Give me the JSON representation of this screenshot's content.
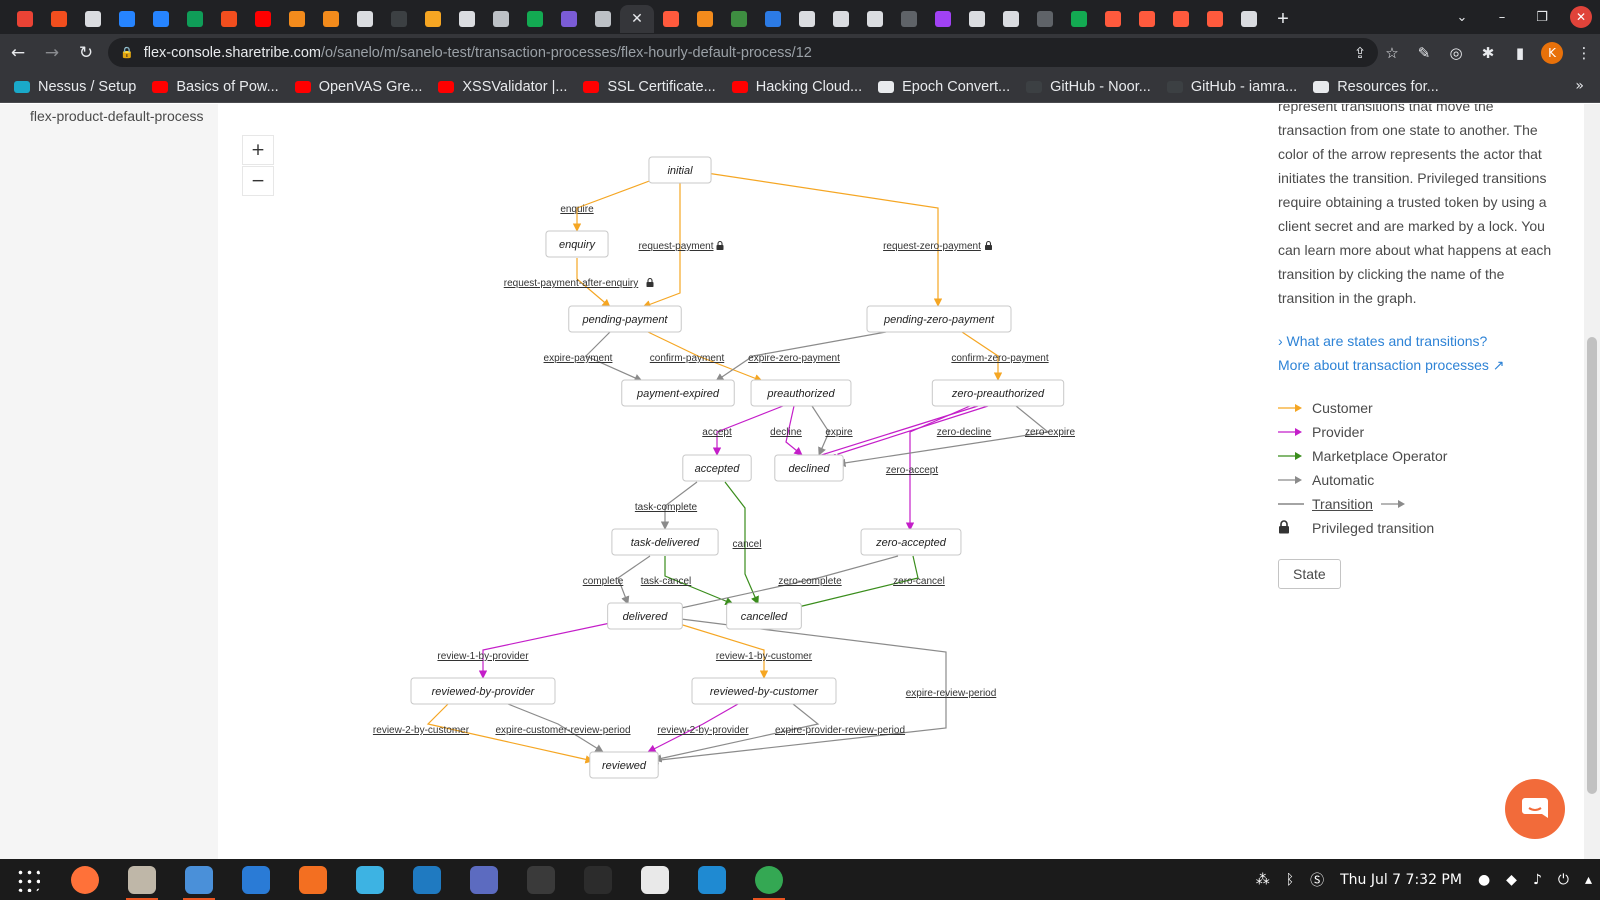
{
  "browser": {
    "url_host": "flex-console.sharetribe.com",
    "url_path": "/o/sanelo/m/sanelo-test/transaction-processes/flex-hourly-default-process/12",
    "tabs": [
      {
        "icon": "gmail-icon",
        "color": "#ea4335"
      },
      {
        "icon": "figma-icon",
        "color": "#f24e1e"
      },
      {
        "icon": "globe-icon",
        "color": "#dadce0"
      },
      {
        "icon": "jira-icon",
        "color": "#2684ff"
      },
      {
        "icon": "jira-icon",
        "color": "#2684ff"
      },
      {
        "icon": "sheets-icon",
        "color": "#0f9d58"
      },
      {
        "icon": "figma-icon",
        "color": "#f24e1e"
      },
      {
        "icon": "youtube-icon",
        "color": "#ff0000"
      },
      {
        "icon": "cube-icon",
        "color": "#f38b1c"
      },
      {
        "icon": "cube-icon",
        "color": "#f38b1c"
      },
      {
        "icon": "download-icon",
        "color": "#dadce0"
      },
      {
        "icon": "dark-icon",
        "color": "#3c4043"
      },
      {
        "icon": "cloud-icon",
        "color": "#f6a623"
      },
      {
        "icon": "globe-icon",
        "color": "#dadce0"
      },
      {
        "icon": "supabase-icon",
        "color": "#bdc1c6"
      },
      {
        "icon": "mongodb-icon",
        "color": "#13aa52"
      },
      {
        "icon": "heroku-icon",
        "color": "#7b5cd6"
      },
      {
        "icon": "supabase-icon",
        "color": "#bdc1c6"
      },
      {
        "icon": "close-icon",
        "color": "#35363a"
      },
      {
        "icon": "sharetribe-icon",
        "color": "#ff5a3d"
      },
      {
        "icon": "cube-icon",
        "color": "#f38b1c"
      },
      {
        "icon": "webflow-icon",
        "color": "#3e8e41"
      },
      {
        "icon": "paypal-icon",
        "color": "#2c7be5"
      },
      {
        "icon": "robot-icon",
        "color": "#dadce0"
      },
      {
        "icon": "globe-icon",
        "color": "#dadce0"
      },
      {
        "icon": "globe-icon",
        "color": "#dadce0"
      },
      {
        "icon": "monitor-icon",
        "color": "#5f6368"
      },
      {
        "icon": "settings-icon",
        "color": "#a142f4"
      },
      {
        "icon": "globe-icon",
        "color": "#dadce0"
      },
      {
        "icon": "globe-icon",
        "color": "#dadce0"
      },
      {
        "icon": "monitor-icon",
        "color": "#5f6368"
      },
      {
        "icon": "mongodb-icon",
        "color": "#13aa52"
      },
      {
        "icon": "sharetribe-icon",
        "color": "#ff5a3d"
      },
      {
        "icon": "sharetribe-icon",
        "color": "#ff5a3d"
      },
      {
        "icon": "sharetribe-icon",
        "color": "#ff5a3d"
      },
      {
        "icon": "sharetribe-icon",
        "color": "#ff5a3d"
      },
      {
        "icon": "stripe-icon",
        "color": "#dadce0"
      }
    ],
    "new_tab_label": "+",
    "bookmarks": [
      {
        "label": "Nessus / Setup",
        "color": "#1aa9c9"
      },
      {
        "label": "Basics of Pow...",
        "color": "#ff0000"
      },
      {
        "label": "OpenVAS Gre...",
        "color": "#ff0000"
      },
      {
        "label": "XSSValidator |...",
        "color": "#ff0000"
      },
      {
        "label": "SSL Certificate...",
        "color": "#ff0000"
      },
      {
        "label": "Hacking Cloud...",
        "color": "#ff0000"
      },
      {
        "label": "Epoch Convert...",
        "color": "#e8eaed"
      },
      {
        "label": "GitHub - Noor...",
        "color": "#3c4043"
      },
      {
        "label": "GitHub - iamra...",
        "color": "#3c4043"
      },
      {
        "label": "Resources for...",
        "color": "#e8eaed"
      }
    ],
    "bookmarks_more": "»",
    "profile_initial": "K"
  },
  "left_nav": {
    "item": "flex-product-default-process"
  },
  "zoom": {
    "in": "+",
    "out": "−"
  },
  "graph": {
    "colors": {
      "customer": "#f5a623",
      "provider": "#c41ec9",
      "operator": "#3a8d1c",
      "automatic": "#8b8b8b"
    },
    "states": {
      "initial": "initial",
      "enquiry": "enquiry",
      "pending_payment": "pending-payment",
      "pending_zero_payment": "pending-zero-payment",
      "payment_expired": "payment-expired",
      "preauthorized": "preauthorized",
      "zero_preauthorized": "zero-preauthorized",
      "accepted": "accepted",
      "declined": "declined",
      "task_delivered": "task-delivered",
      "zero_accepted": "zero-accepted",
      "delivered": "delivered",
      "cancelled": "cancelled",
      "reviewed_by_provider": "reviewed-by-provider",
      "reviewed_by_customer": "reviewed-by-customer",
      "reviewed": "reviewed"
    },
    "transitions": {
      "enquire": "enquire",
      "request_payment": "request-payment",
      "request_zero_payment": "request-zero-payment",
      "request_payment_after_enquiry": "request-payment-after-enquiry",
      "expire_payment": "expire-payment",
      "confirm_payment": "confirm-payment",
      "expire_zero_payment": "expire-zero-payment",
      "confirm_zero_payment": "confirm-zero-payment",
      "accept": "accept",
      "decline": "decline",
      "expire": "expire",
      "zero_decline": "zero-decline",
      "zero_expire": "zero-expire",
      "zero_accept": "zero-accept",
      "task_complete": "task-complete",
      "cancel": "cancel",
      "complete": "complete",
      "task_cancel": "task-cancel",
      "zero_complete": "zero-complete",
      "zero_cancel": "zero-cancel",
      "review_1_by_provider": "review-1-by-provider",
      "review_1_by_customer": "review-1-by-customer",
      "expire_review_period": "expire-review-period",
      "review_2_by_customer": "review-2-by-customer",
      "expire_customer_review_period": "expire-customer-review-period",
      "review_2_by_provider": "review-2-by-provider",
      "expire_provider_review_period": "expire-provider-review-period"
    }
  },
  "sidebar": {
    "description": "represent transitions that move the transaction from one state to another. The color of the arrow represents the actor that initiates the transition. Privileged transitions require obtaining a trusted token by using a client secret and are marked by a lock. You can learn more about what happens at each transition by clicking the name of the transition in the graph.",
    "link_states": "› What are states and transitions?",
    "link_processes": "More about transaction processes ↗",
    "legend": {
      "customer": "Customer",
      "provider": "Provider",
      "operator": "Marketplace Operator",
      "automatic": "Automatic",
      "transition": "Transition",
      "privileged": "Privileged transition"
    },
    "state_sample": "State"
  },
  "taskbar": {
    "apps": [
      {
        "icon": "apps-grid-icon",
        "color": "#1b1b1b"
      },
      {
        "icon": "firefox-icon",
        "color": "#ff7139"
      },
      {
        "icon": "files-icon",
        "color": "#bfb7a8"
      },
      {
        "icon": "text-editor-icon",
        "color": "#4a90d9"
      },
      {
        "icon": "writer-icon",
        "color": "#2a7bd6"
      },
      {
        "icon": "software-icon",
        "color": "#f36f21"
      },
      {
        "icon": "kcachegrind-icon",
        "color": "#3db3e3"
      },
      {
        "icon": "virtualbox-icon",
        "color": "#1f7ac1"
      },
      {
        "icon": "screenshot-icon",
        "color": "#5c6bc0"
      },
      {
        "icon": "system-monitor-icon",
        "color": "#3a3a3a"
      },
      {
        "icon": "terminal-icon",
        "color": "#2c2c2c"
      },
      {
        "icon": "slack-icon",
        "color": "#e9e9e9"
      },
      {
        "icon": "vscode-icon",
        "color": "#1f8ad2"
      },
      {
        "icon": "chrome-icon",
        "color": "#34a853"
      }
    ],
    "datetime": "Thu Jul 7  7:32 PM"
  }
}
